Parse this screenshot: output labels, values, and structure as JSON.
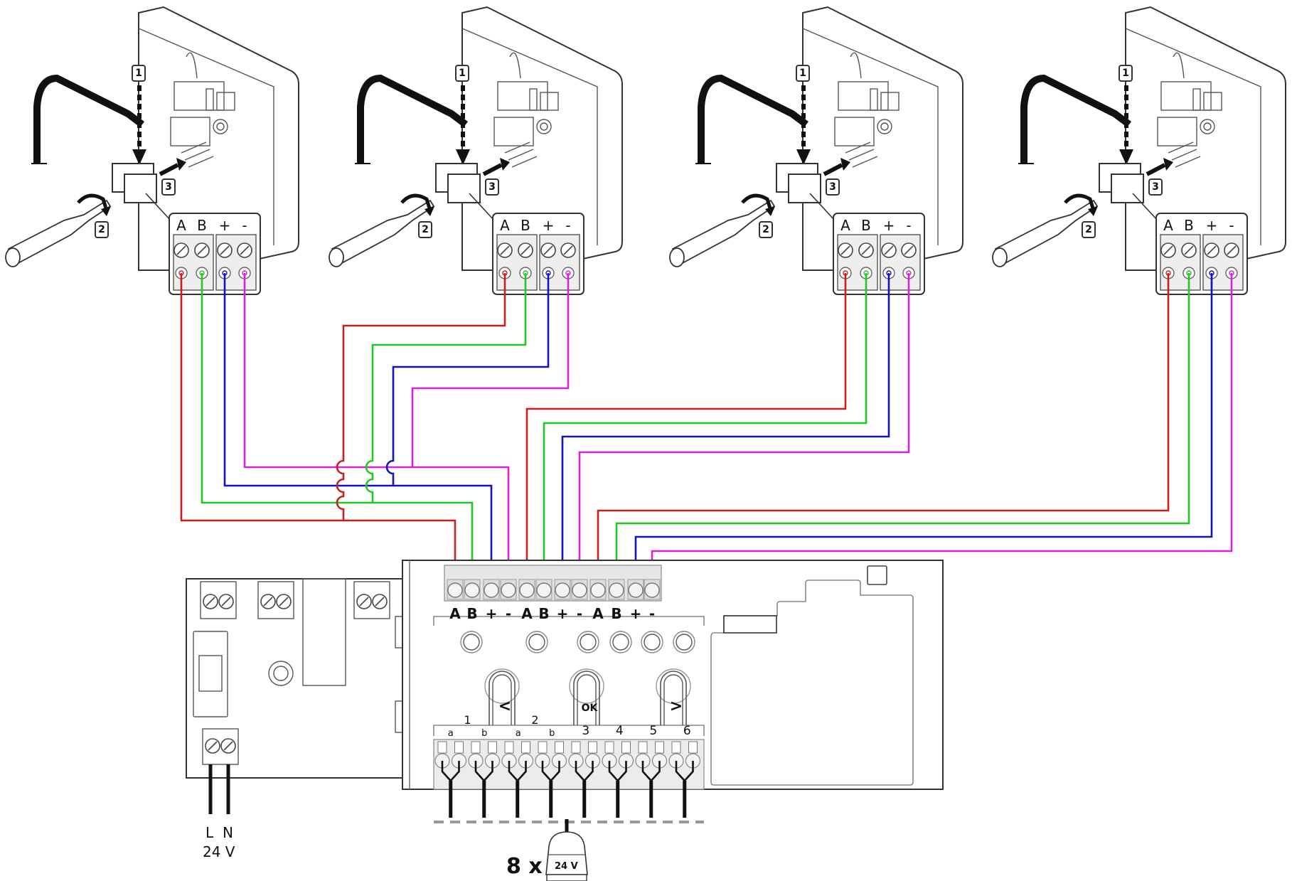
{
  "diagram": {
    "title": "Thermostat bus wiring to controller",
    "wire_colors": {
      "A": "#c81e1e",
      "B": "#22c822",
      "plus": "#1212c0",
      "minus": "#d822d8"
    },
    "thermostats": [
      {
        "id": "thermostat-1",
        "step_labels": [
          "1",
          "2",
          "3"
        ],
        "terminals": [
          "A",
          "B",
          "+",
          "-"
        ]
      },
      {
        "id": "thermostat-2",
        "step_labels": [
          "1",
          "2",
          "3"
        ],
        "terminals": [
          "A",
          "B",
          "+",
          "-"
        ]
      },
      {
        "id": "thermostat-3",
        "step_labels": [
          "1",
          "2",
          "3"
        ],
        "terminals": [
          "A",
          "B",
          "+",
          "-"
        ]
      },
      {
        "id": "thermostat-4",
        "step_labels": [
          "1",
          "2",
          "3"
        ],
        "terminals": [
          "A",
          "B",
          "+",
          "-"
        ]
      }
    ],
    "controller": {
      "bus_terminals": [
        "A",
        "B",
        "+",
        "-",
        "A",
        "B",
        "+",
        "-",
        "A",
        "B",
        "+",
        "-"
      ],
      "buttons": [
        "<",
        "OK",
        ">"
      ],
      "zone_groups": [
        {
          "label": "1",
          "sub": [
            "a",
            "b"
          ]
        },
        {
          "label": "2",
          "sub": [
            "a",
            "b"
          ]
        },
        {
          "label": "3",
          "sub": []
        },
        {
          "label": "4",
          "sub": []
        },
        {
          "label": "5",
          "sub": []
        },
        {
          "label": "6",
          "sub": []
        }
      ],
      "power_labels": {
        "l": "L",
        "n": "N",
        "voltage": "24 V"
      }
    },
    "actuator": {
      "count_label": "8 x",
      "voltage_label": "24 V"
    }
  }
}
